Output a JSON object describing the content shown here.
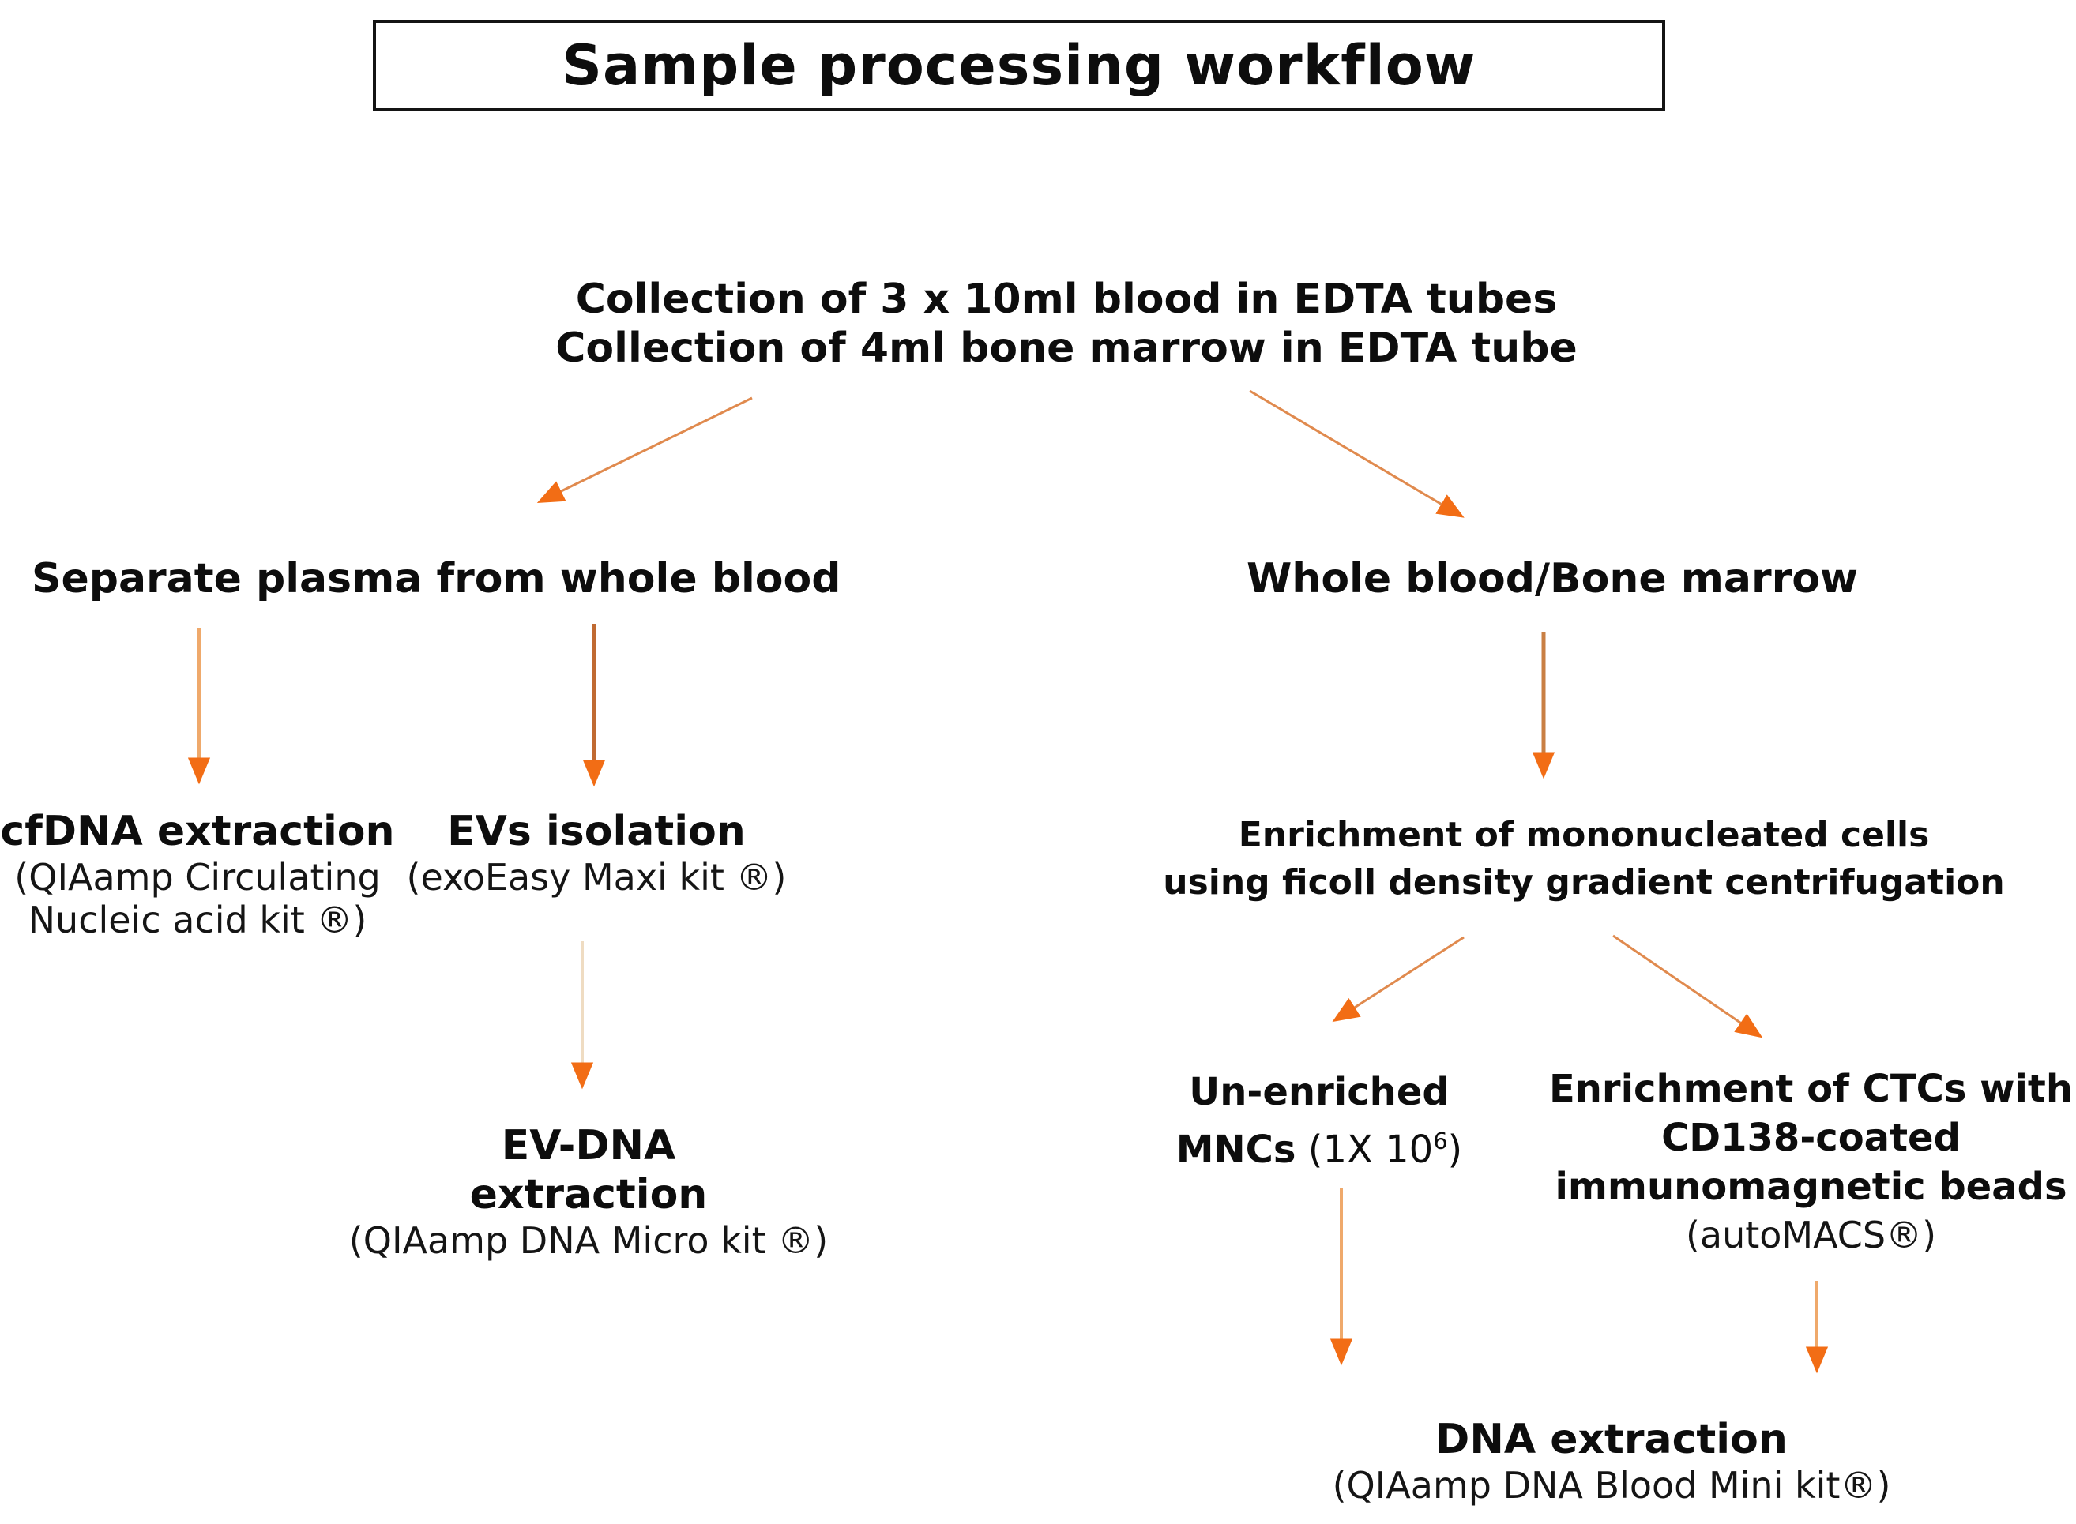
{
  "title": "Sample processing workflow",
  "colors": {
    "arrow_head": "#F26D15",
    "arrow_line": "#C97F44",
    "arrow_line_light": "#EFA96B",
    "arrow_line_pale": "#EFDCC2",
    "text": "#0d0d0d",
    "box_border": "#141414"
  },
  "nodes": {
    "collection": {
      "line1": "Collection of 3 x 10ml blood in EDTA tubes",
      "line2": "Collection of 4ml bone marrow in EDTA tube"
    },
    "separate_plasma": {
      "label": "Separate plasma from whole blood"
    },
    "whole_blood": {
      "label": "Whole blood/Bone marrow"
    },
    "cfdna": {
      "label": "cfDNA extraction",
      "detail1": "(QIAamp Circulating",
      "detail2": "Nucleic acid kit ®)"
    },
    "evs": {
      "label": "EVs isolation",
      "detail": "(exoEasy Maxi kit ®)"
    },
    "evdna": {
      "label1": "EV-DNA",
      "label2": "extraction",
      "detail": "(QIAamp DNA Micro kit ®)"
    },
    "enrichment_mnc": {
      "line1": "Enrichment of mononucleated cells",
      "line2": "using ficoll density gradient centrifugation"
    },
    "unenriched": {
      "label1": "Un-enriched",
      "mncs_bold": "MNCs",
      "mncs_pre": " (1X 10",
      "mncs_sup": "6",
      "mncs_post": ")"
    },
    "ctc": {
      "line1": "Enrichment of CTCs with",
      "line2": "CD138-coated",
      "line3": "immunomagnetic beads",
      "detail": "(autoMACS®)"
    },
    "dna_extraction": {
      "label": "DNA extraction",
      "detail": "(QIAamp DNA Blood Mini kit®)"
    }
  },
  "edges": [
    {
      "from": "collection",
      "to": "separate-plasma"
    },
    {
      "from": "collection",
      "to": "whole-blood"
    },
    {
      "from": "separate-plasma",
      "to": "cfdna-extraction"
    },
    {
      "from": "separate-plasma",
      "to": "evs-isolation"
    },
    {
      "from": "evs-isolation",
      "to": "ev-dna-extraction"
    },
    {
      "from": "whole-blood",
      "to": "enrichment-mononucleated-cells"
    },
    {
      "from": "enrichment-mononucleated-cells",
      "to": "un-enriched-mncs"
    },
    {
      "from": "enrichment-mononucleated-cells",
      "to": "ctc-enrichment"
    },
    {
      "from": "un-enriched-mncs",
      "to": "dna-extraction"
    },
    {
      "from": "ctc-enrichment",
      "to": "dna-extraction"
    }
  ]
}
